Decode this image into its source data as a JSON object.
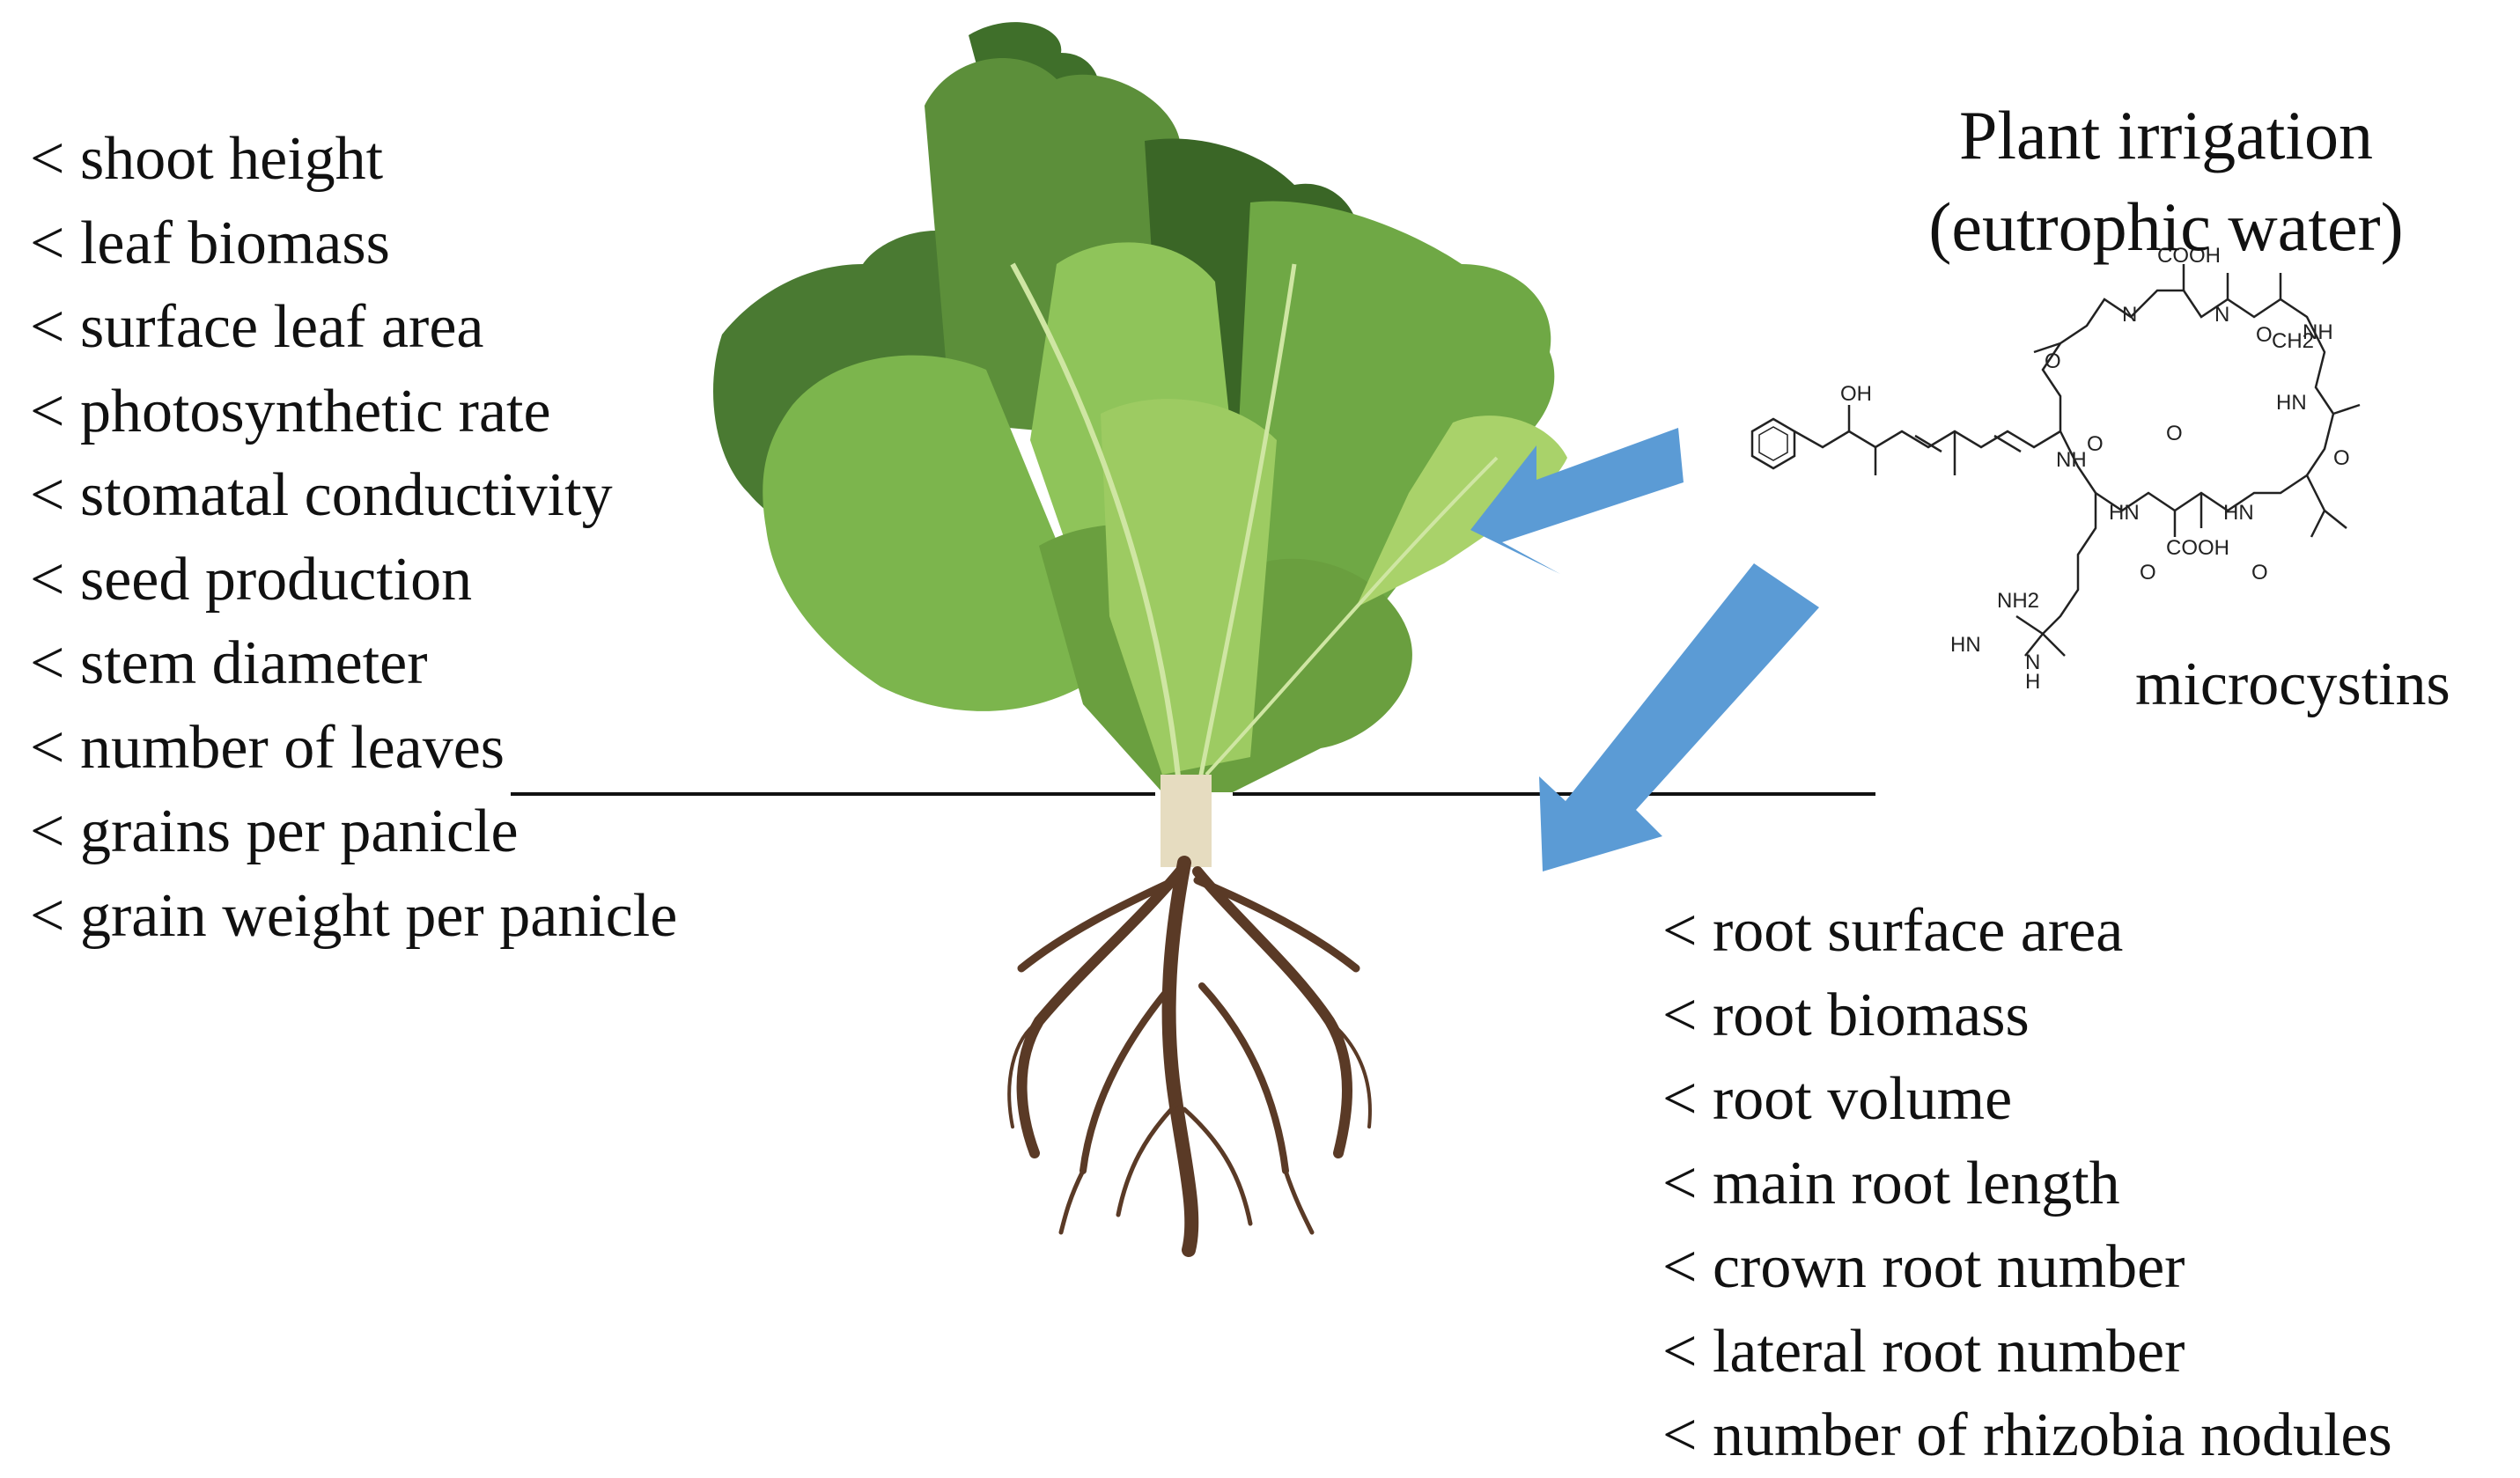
{
  "shoot_effects": [
    "< shoot height",
    "< leaf biomass",
    "< surface leaf area",
    "< photosynthetic rate",
    "< stomatal conductivity",
    "< seed production",
    "< stem diameter",
    "< number of leaves",
    "< grains per panicle",
    "< grain weight per panicle"
  ],
  "root_effects": [
    "< root surface area",
    "< root biomass",
    "< root volume",
    "< main root length",
    "< crown root number",
    "< lateral root number",
    "< number of rhizobia nodules"
  ],
  "title_line1": "Plant irrigation",
  "title_line2": "(eutrophic water)",
  "molecule_label": "microcystins",
  "chem_labels": {
    "cooh_top": "COOH",
    "cooh_bottom": "COOH",
    "oh": "OH",
    "n_methyl": "N",
    "n_methyl2": "N",
    "nh_right": "NH",
    "hn_right": "HN",
    "nh_left": "NH",
    "hn_mid": "HN",
    "hn_mid2": "HN",
    "ch2": "CH2",
    "nh2": "NH2",
    "hn_guan": "HN",
    "nh_guan": "N",
    "h_guan": "H",
    "o1": "O",
    "o2": "O",
    "o3": "O",
    "o4": "O",
    "o5": "O",
    "o6": "O",
    "o7": "O"
  },
  "colors": {
    "arrow": "#5b9bd5",
    "leaf_dark": "#4a7a32",
    "leaf_mid": "#6fa845",
    "leaf_light": "#a9d26a",
    "stem": "#e6dcc0",
    "root": "#5a3a26",
    "ground_line": "#111111"
  }
}
